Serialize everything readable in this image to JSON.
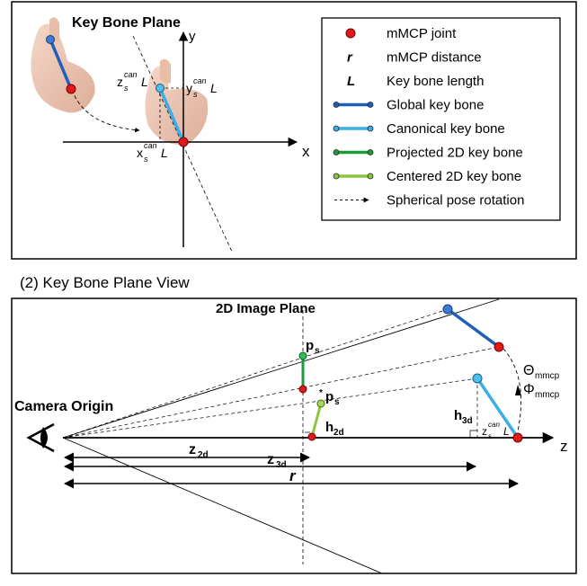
{
  "panel1": {
    "title": "Key Bone Plane",
    "axis_x": "x",
    "axis_y": "y",
    "label_z_can": "z",
    "label_y_can": "y",
    "label_x_can": "x",
    "sub_s": "s",
    "sup_can": "can",
    "L": "L"
  },
  "legend": {
    "items": [
      {
        "label": "mMCP joint",
        "symbol": "red-dot",
        "color": "#e01a1a"
      },
      {
        "label": "mMCP distance",
        "symbol": "italic-r",
        "glyph": "r"
      },
      {
        "label": "Key bone length",
        "symbol": "italic-L",
        "glyph": "L"
      },
      {
        "label": "Global key bone",
        "symbol": "line",
        "color": "#1f5fb8"
      },
      {
        "label": "Canonical key bone",
        "symbol": "line",
        "color": "#3aaee6"
      },
      {
        "label": "Projected 2D key bone",
        "symbol": "line",
        "color": "#1f9a3a"
      },
      {
        "label": "Centered 2D key bone",
        "symbol": "line",
        "color": "#8cc63f"
      },
      {
        "label": "Spherical pose rotation",
        "symbol": "dashed-arrow"
      }
    ]
  },
  "panel2": {
    "caption": "(2) Key Bone Plane View",
    "image_plane_label": "2D Image Plane",
    "camera_label": "Camera Origin",
    "axis_z": "z",
    "p_s": "p",
    "p_s_sub": "s",
    "p_star": "*",
    "h2d": "h",
    "h2d_sub": "2d",
    "h3d": "h",
    "h3d_sub": "3d",
    "z2d": "z",
    "z2d_sub": "2d",
    "z3d": "z",
    "z3d_sub": "3d",
    "r": "r",
    "z_can_label": "z",
    "z_can_sub": "s",
    "z_can_sup": "can",
    "z_can_L": "L",
    "theta": "Θ",
    "theta_sub": "mmcp",
    "phi": "Φ",
    "phi_sub": "mmcp"
  }
}
